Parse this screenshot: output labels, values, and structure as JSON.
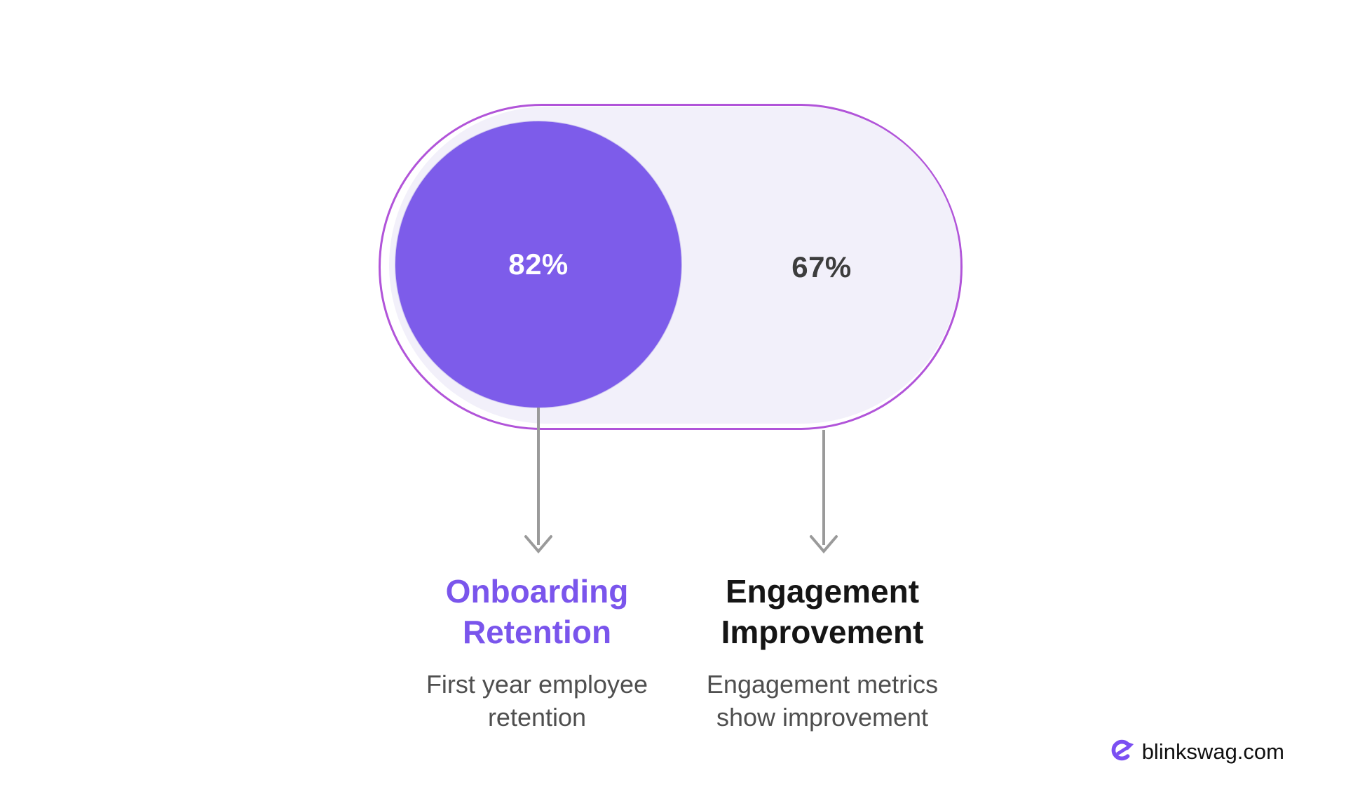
{
  "chart_data": {
    "type": "pie",
    "variant": "proportional-area-capsule-infographic",
    "categories": [
      "Onboarding Retention",
      "Engagement Improvement"
    ],
    "values": [
      82,
      67
    ],
    "value_labels": [
      "82%",
      "67%"
    ],
    "annotations": [
      "First year employee retention",
      "Engagement metrics show improvement"
    ],
    "legend_position": "below",
    "grid": false
  },
  "capsule": {
    "inner_value": "82%",
    "outer_value": "67%",
    "fill_color": "#f2f0fa",
    "border_color": "#b154d9",
    "circle_color": "#7d5cea"
  },
  "columns": [
    {
      "title_lines": [
        "Onboarding",
        "Retention"
      ],
      "desc_lines": [
        "First year employee",
        "retention"
      ],
      "title_color": "#7a55ec"
    },
    {
      "title_lines": [
        "Engagement",
        "Improvement"
      ],
      "desc_lines": [
        "Engagement metrics",
        "show improvement"
      ],
      "title_color": "#151515"
    }
  ],
  "footer": {
    "brand": "blinkswag.com",
    "logo_icon": "blinkswag-arrow-logo",
    "logo_color": "#7b4ff2"
  },
  "colors": {
    "background": "#ffffff",
    "arrow": "#9a9a9a",
    "inner_value_text": "#ffffff",
    "outer_value_text": "#3d3d3d",
    "desc_text": "#4f4f4f"
  }
}
